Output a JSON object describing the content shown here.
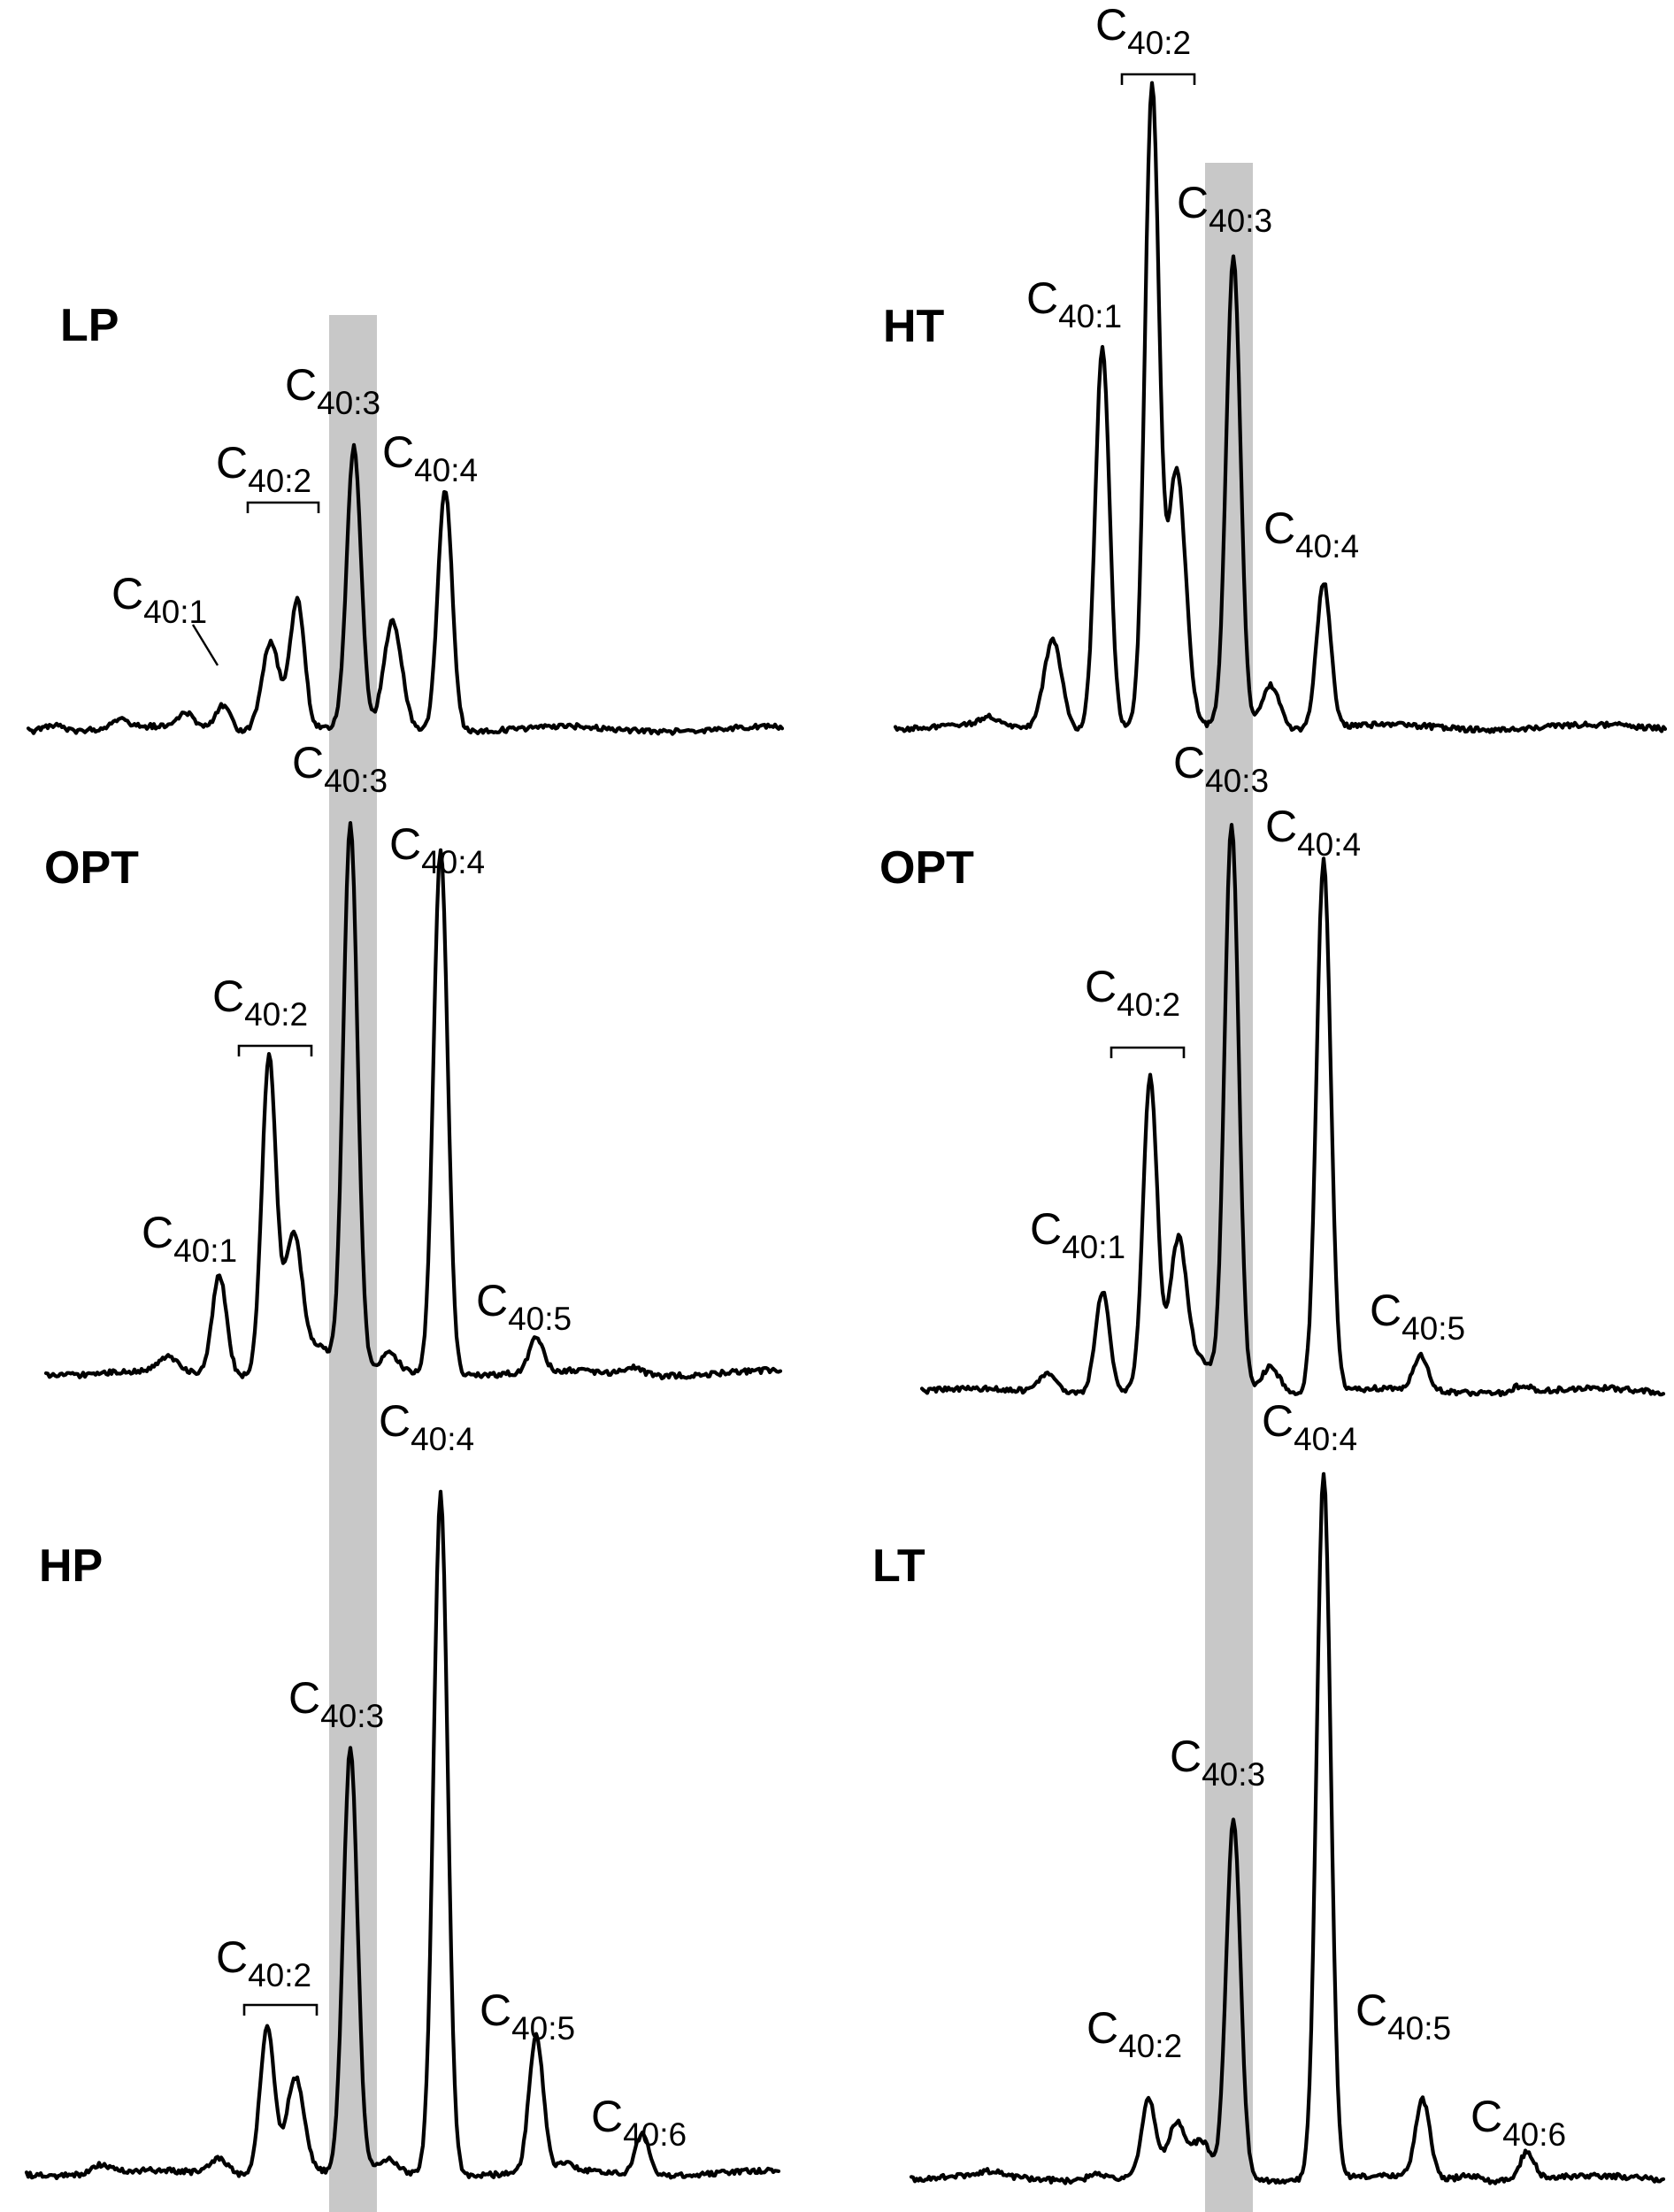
{
  "chart_data": [
    {
      "type": "line",
      "column": "left",
      "panel": "LP",
      "peaks": [
        {
          "label": "C",
          "sub": "40:1",
          "rel_height": 0.09
        },
        {
          "label": "C",
          "sub": "40:2",
          "rel_height": 0.47,
          "bracketed": true
        },
        {
          "label": "C",
          "sub": "40:3",
          "rel_height": 1.0
        },
        {
          "label": "C",
          "sub": "40:4",
          "rel_height": 0.87
        }
      ]
    },
    {
      "type": "line",
      "column": "left",
      "panel": "OPT",
      "peaks": [
        {
          "label": "C",
          "sub": "40:1",
          "rel_height": 0.18
        },
        {
          "label": "C",
          "sub": "40:2",
          "rel_height": 0.58,
          "bracketed": true
        },
        {
          "label": "C",
          "sub": "40:3",
          "rel_height": 1.0
        },
        {
          "label": "C",
          "sub": "40:4",
          "rel_height": 0.96
        },
        {
          "label": "C",
          "sub": "40:5",
          "rel_height": 0.06
        }
      ]
    },
    {
      "type": "line",
      "column": "left",
      "panel": "HP",
      "peaks": [
        {
          "label": "C",
          "sub": "40:2",
          "rel_height": 0.22,
          "bracketed": true
        },
        {
          "label": "C",
          "sub": "40:3",
          "rel_height": 0.62
        },
        {
          "label": "C",
          "sub": "40:4",
          "rel_height": 1.0
        },
        {
          "label": "C",
          "sub": "40:5",
          "rel_height": 0.2
        },
        {
          "label": "C",
          "sub": "40:6",
          "rel_height": 0.06
        }
      ]
    },
    {
      "type": "line",
      "column": "right",
      "panel": "HT",
      "peaks": [
        {
          "label": "C",
          "sub": "40:1",
          "rel_height": 0.6
        },
        {
          "label": "C",
          "sub": "40:2",
          "rel_height": 1.0,
          "bracketed": true
        },
        {
          "label": "C",
          "sub": "40:3",
          "rel_height": 0.74
        },
        {
          "label": "C",
          "sub": "40:4",
          "rel_height": 0.23
        }
      ]
    },
    {
      "type": "line",
      "column": "right",
      "panel": "OPT",
      "peaks": [
        {
          "label": "C",
          "sub": "40:1",
          "rel_height": 0.18
        },
        {
          "label": "C",
          "sub": "40:2",
          "rel_height": 0.55,
          "bracketed": true
        },
        {
          "label": "C",
          "sub": "40:3",
          "rel_height": 1.0
        },
        {
          "label": "C",
          "sub": "40:4",
          "rel_height": 0.94
        },
        {
          "label": "C",
          "sub": "40:5",
          "rel_height": 0.06
        }
      ]
    },
    {
      "type": "line",
      "column": "right",
      "panel": "LT",
      "peaks": [
        {
          "label": "C",
          "sub": "40:2",
          "rel_height": 0.11
        },
        {
          "label": "C",
          "sub": "40:3",
          "rel_height": 0.51
        },
        {
          "label": "C",
          "sub": "40:4",
          "rel_height": 1.0
        },
        {
          "label": "C",
          "sub": "40:5",
          "rel_height": 0.11
        },
        {
          "label": "C",
          "sub": "40:6",
          "rel_height": 0.04
        }
      ]
    }
  ]
}
